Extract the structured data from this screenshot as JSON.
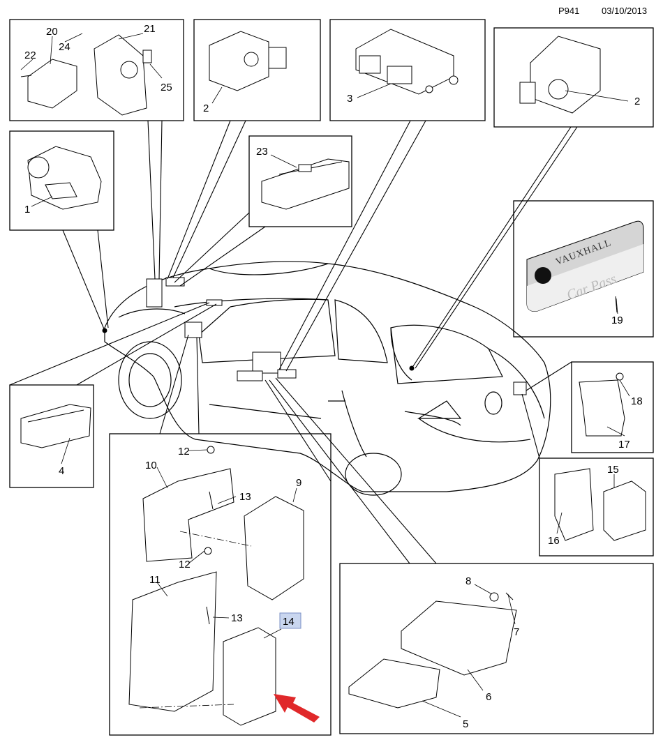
{
  "header": {
    "page_code": "P941",
    "date": "03/10/2013"
  },
  "callouts": {
    "c1": "1",
    "c2a": "2",
    "c2b": "2",
    "c3": "3",
    "c4": "4",
    "c5": "5",
    "c6": "6",
    "c7": "7",
    "c8": "8",
    "c9": "9",
    "c10": "10",
    "c11": "11",
    "c12a": "12",
    "c12b": "12",
    "c13a": "13",
    "c13b": "13",
    "c14": "14",
    "c15": "15",
    "c16": "16",
    "c17": "17",
    "c18": "18",
    "c19": "19",
    "c20": "20",
    "c21": "21",
    "c22": "22",
    "c23": "23",
    "c24": "24",
    "c25": "25"
  },
  "card": {
    "brand": "VAUXHALL",
    "title": "Car Pass"
  },
  "colors": {
    "highlight_bg": "#c9d6ef",
    "highlight_border": "#7a8fc4",
    "arrow": "#e0282a"
  }
}
